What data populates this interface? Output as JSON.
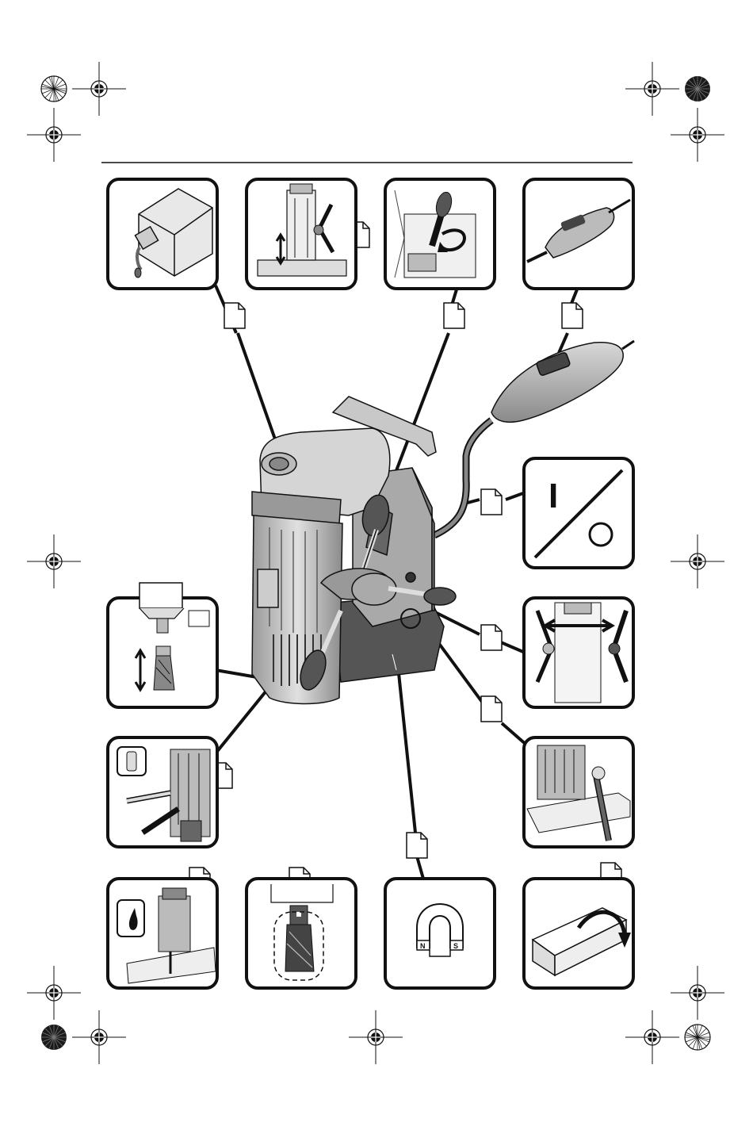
{
  "colors": {
    "ink": "#1a1a1a",
    "body": "#bdbdbd",
    "shade": "#8a8a8a",
    "dark": "#555555",
    "light": "#e6e6e6"
  },
  "icons": [
    "registration-mark",
    "color-bar",
    "page-reference-icon",
    "oil-bottle-icon",
    "switch-symbol-icon",
    "magnet-icon",
    "arrow-icon"
  ],
  "magnet": {
    "north": "N",
    "south": "S"
  },
  "switch": {
    "on": "I",
    "off": "O"
  }
}
